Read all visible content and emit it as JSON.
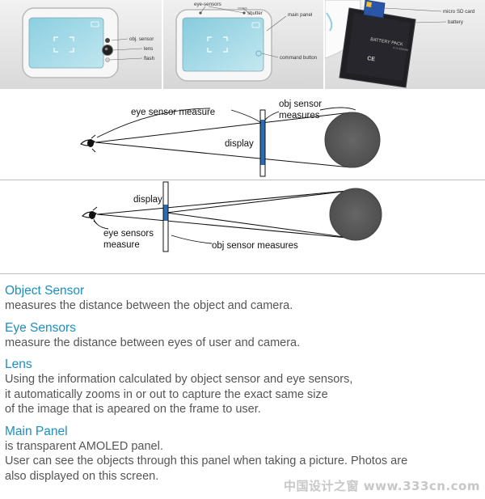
{
  "photos": {
    "photo1": {
      "labels": [
        "obj. sensor",
        "lens",
        "flash"
      ]
    },
    "photo2": {
      "labels": [
        "eye-sensors",
        "shutter",
        "main panel",
        "command button"
      ]
    },
    "photo3": {
      "labels": [
        "micro SD card",
        "battery"
      ],
      "pack_text": "BATTERY PACK",
      "pack_sub": "3.7V 820mAh",
      "ce_mark": "CE"
    }
  },
  "diagram1": {
    "labels": {
      "eye_sensor_measure": "eye sensor measure",
      "obj_sensor_measures": "obj sensor\nmeasures",
      "display": "display"
    }
  },
  "diagram2": {
    "labels": {
      "display": "display",
      "eye_sensors_measure": "eye sensors\nmeasure",
      "obj_sensor_measures": "obj sensor measures"
    }
  },
  "sections": [
    {
      "heading": "Object Sensor",
      "body": "measures the distance between the object and camera."
    },
    {
      "heading": "Eye Sensors",
      "body": "measure the distance between eyes of user and camera."
    },
    {
      "heading": "Lens",
      "body": "Using the information calculated by object sensor and eye sensors,\nit automatically zooms in or out to capture the exact same size\nof the image that is apeared on the frame to user."
    },
    {
      "heading": "Main Panel",
      "body": "is transparent AMOLED panel.\nUser can see the objects through this panel when taking a picture. Photos are\nalso displayed on this screen."
    }
  ],
  "watermark": "中国设计之窗 www.333cn.com",
  "colors": {
    "heading": "#1a8fc4",
    "body": "#555555",
    "display_bar": "#2a6db3",
    "object_circle": "#595959"
  }
}
